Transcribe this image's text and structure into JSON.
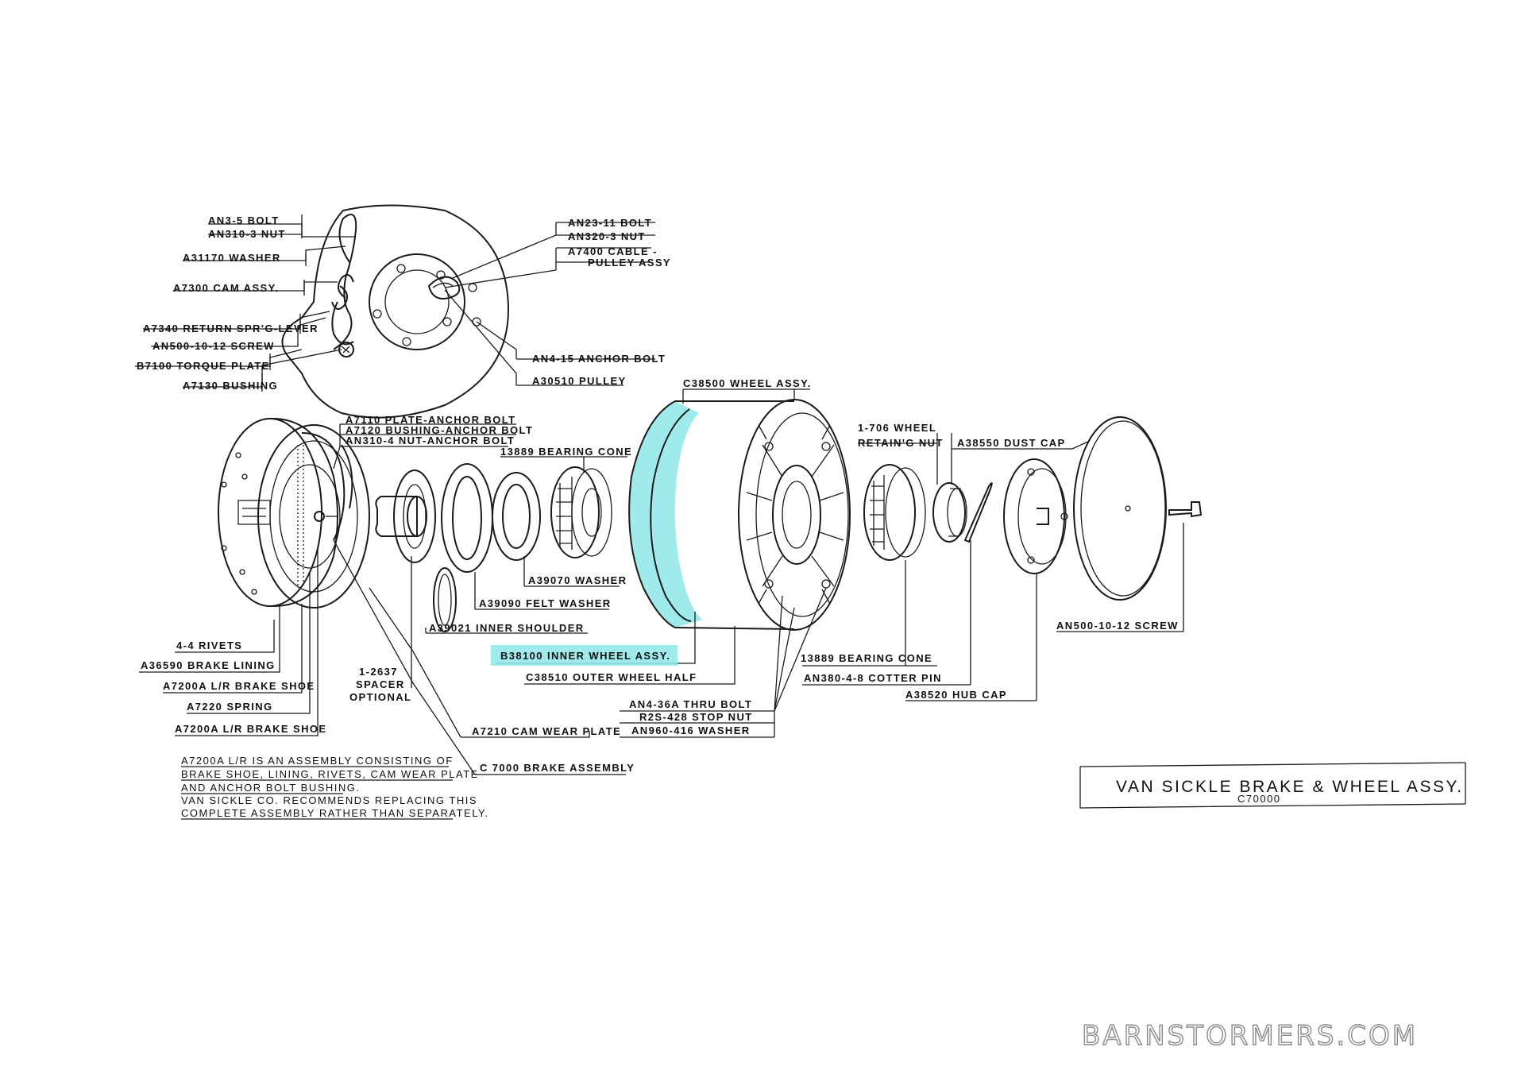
{
  "title": {
    "main": "VAN SICKLE BRAKE & WHEEL ASSY.",
    "number": "C70000"
  },
  "highlight_color": "#8ee8e8",
  "callouts": {
    "an3_5_bolt": "AN3-5 BOLT",
    "an310_3_nut": "AN310-3 NUT",
    "a31170_washer": "A31170 WASHER",
    "a7300_cam_assy": "A7300 CAM ASSY.",
    "a7340_return_spring": "A7340 RETURN SPR'G-LEVER",
    "an500_10_12_screw_top": "AN500-10-12 SCREW",
    "b7100_torque_plate": "B7100 TORQUE PLATE",
    "a7130_bushing": "A7130 BUSHING",
    "an23_11_bolt": "AN23-11 BOLT",
    "an320_3_nut": "AN320-3 NUT",
    "a7400_cable_1": "A7400 CABLE -",
    "a7400_cable_2": "PULLEY ASSY",
    "an4_15_anchor_bolt": "AN4-15 ANCHOR BOLT",
    "a30510_pulley": "A30510 PULLEY",
    "a7110_plate_anchor": "A7110 PLATE-ANCHOR BOLT",
    "a7120_bushing_anchor": "A7120 BUSHING-ANCHOR BOLT",
    "an310_4_nut_anchor": "AN310-4 NUT-ANCHOR BOLT",
    "bearing_cone_13889_top": "13889 BEARING CONE",
    "c38500_wheel_assy": "C38500 WHEEL ASSY.",
    "wheel_retaining_nut_1": "1-706 WHEEL",
    "wheel_retaining_nut_2": "RETAIN'G NUT",
    "a38550_dust_cap": "A38550 DUST CAP",
    "a39070_washer": "A39070 WASHER",
    "a39090_felt_washer": "A39090 FELT WASHER",
    "a39021_inner_shoulder": "A39021 INNER SHOULDER",
    "b38100_inner_wheel": "B38100 INNER WHEEL ASSY.",
    "c38510_outer_wheel": "C38510 OUTER WHEEL HALF",
    "an4_36a_thru_bolt": "AN4-36A THRU BOLT",
    "r2s_428_stop_nut": "R2S-428 STOP NUT",
    "an960_416_washer": "AN960-416 WASHER",
    "bearing_cone_13889_bottom": "13889 BEARING CONE",
    "an380_4_8_cotter_pin": "AN380-4-8 COTTER PIN",
    "a38520_hub_cap": "A38520 HUB CAP",
    "an500_10_12_screw_right": "AN500-10-12 SCREW",
    "rivets_4_4": "4-4 RIVETS",
    "a36590_brake_lining": "A36590 BRAKE LINING",
    "a7200a_brake_shoe_1": "A7200A L/R BRAKE SHOE",
    "a7220_spring": "A7220 SPRING",
    "a7200a_brake_shoe_2": "A7200A L/R BRAKE SHOE",
    "spacer_1": "1-2637",
    "spacer_2": "SPACER",
    "spacer_3": "OPTIONAL",
    "a7210_cam_wear_plate": "A7210 CAM WEAR PLATE",
    "c7000_brake_assembly": "C 7000 BRAKE ASSEMBLY"
  },
  "note_lines": [
    "A7200A L/R IS AN ASSEMBLY CONSISTING OF",
    "BRAKE SHOE, LINING, RIVETS, CAM WEAR PLATE",
    "AND ANCHOR BOLT BUSHING.",
    "VAN SICKLE CO. RECOMMENDS REPLACING THIS",
    "COMPLETE ASSEMBLY RATHER THAN SEPARATELY."
  ],
  "watermark": "BARNSTORMERS.COM"
}
